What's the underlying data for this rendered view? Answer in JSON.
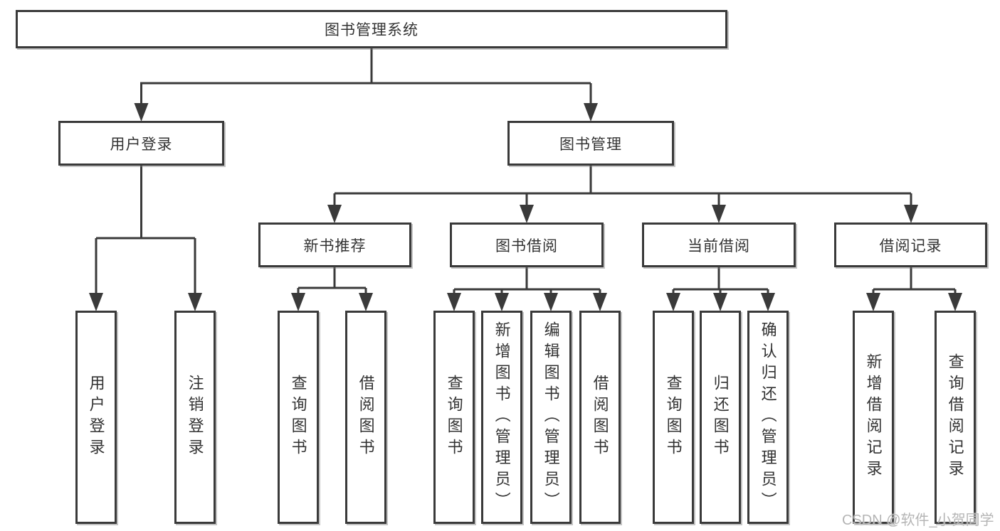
{
  "diagram": {
    "root": {
      "label": "图书管理系统"
    },
    "branches": [
      {
        "label": "用户登录",
        "children": [
          {
            "label": "用户登录"
          },
          {
            "label": "注销登录"
          }
        ]
      },
      {
        "label": "图书管理",
        "children": [
          {
            "label": "新书推荐",
            "children": [
              {
                "label": "查询图书"
              },
              {
                "label": "借阅图书"
              }
            ]
          },
          {
            "label": "图书借阅",
            "children": [
              {
                "label": "查询图书"
              },
              {
                "label": "新增图书（管理员）"
              },
              {
                "label": "编辑图书（管理员）"
              },
              {
                "label": "借阅图书"
              }
            ]
          },
          {
            "label": "当前借阅",
            "children": [
              {
                "label": "查询图书"
              },
              {
                "label": "归还图书"
              },
              {
                "label": "确认归还（管理员）"
              }
            ]
          },
          {
            "label": "借阅记录",
            "children": [
              {
                "label": "新增借阅记录"
              },
              {
                "label": "查询借阅记录"
              }
            ]
          }
        ]
      }
    ]
  },
  "watermark": {
    "text": "CSDN @软件_小贺同学"
  },
  "colors": {
    "line": "#3a3a3a",
    "text": "#333333",
    "box_background": "#ffffff",
    "page_background": "#ffffff",
    "watermark": "#b5b5b5"
  }
}
